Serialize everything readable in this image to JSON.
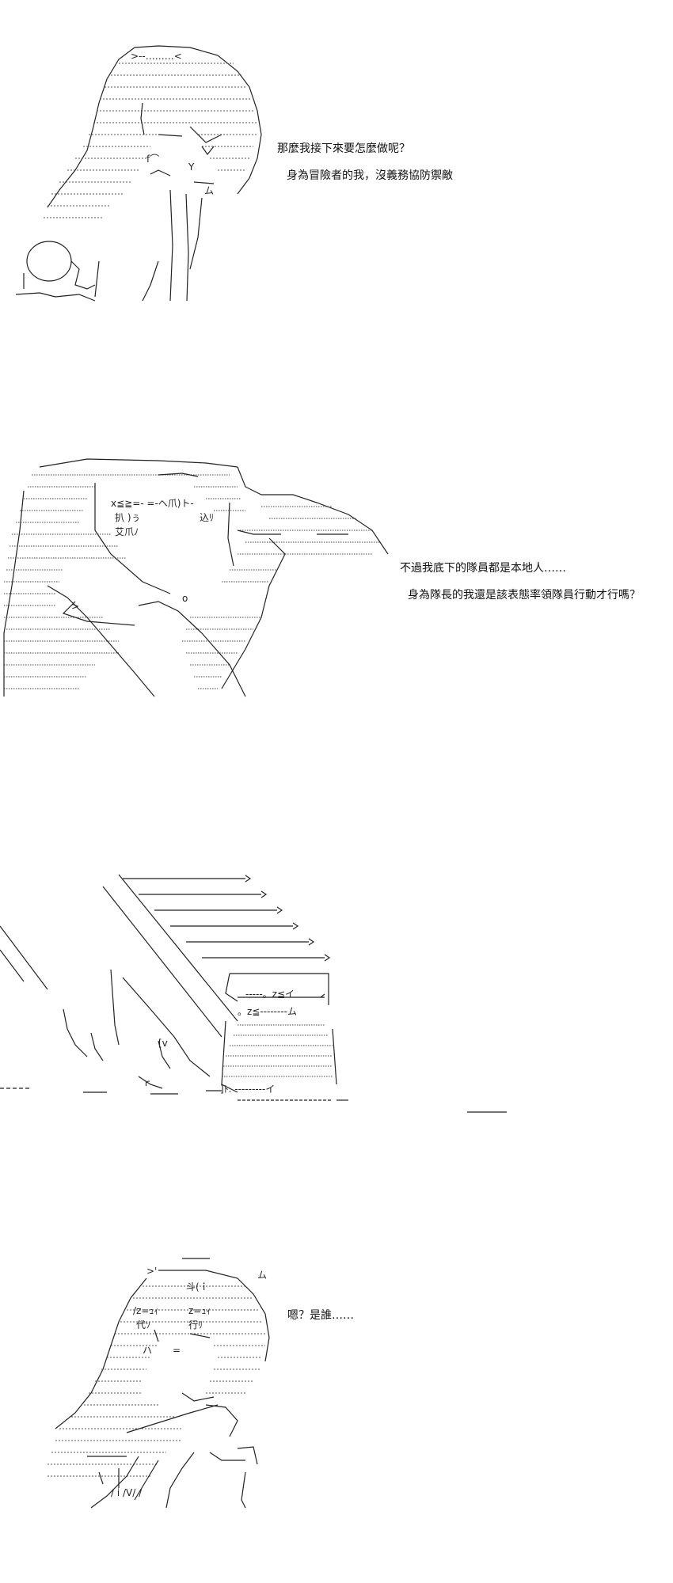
{
  "panels": [
    {
      "lines": [
        "那麼我接下來要怎麼做呢？",
        "身為冒險者的我，沒義務協防禦敵"
      ]
    },
    {
      "lines": [
        "不過我底下的隊員都是本地人……",
        "身為隊長的我還是該表態率領隊員行動才行嗎？"
      ]
    },
    {
      "lines": []
    },
    {
      "lines": [
        "嗯？是誰……"
      ]
    }
  ]
}
